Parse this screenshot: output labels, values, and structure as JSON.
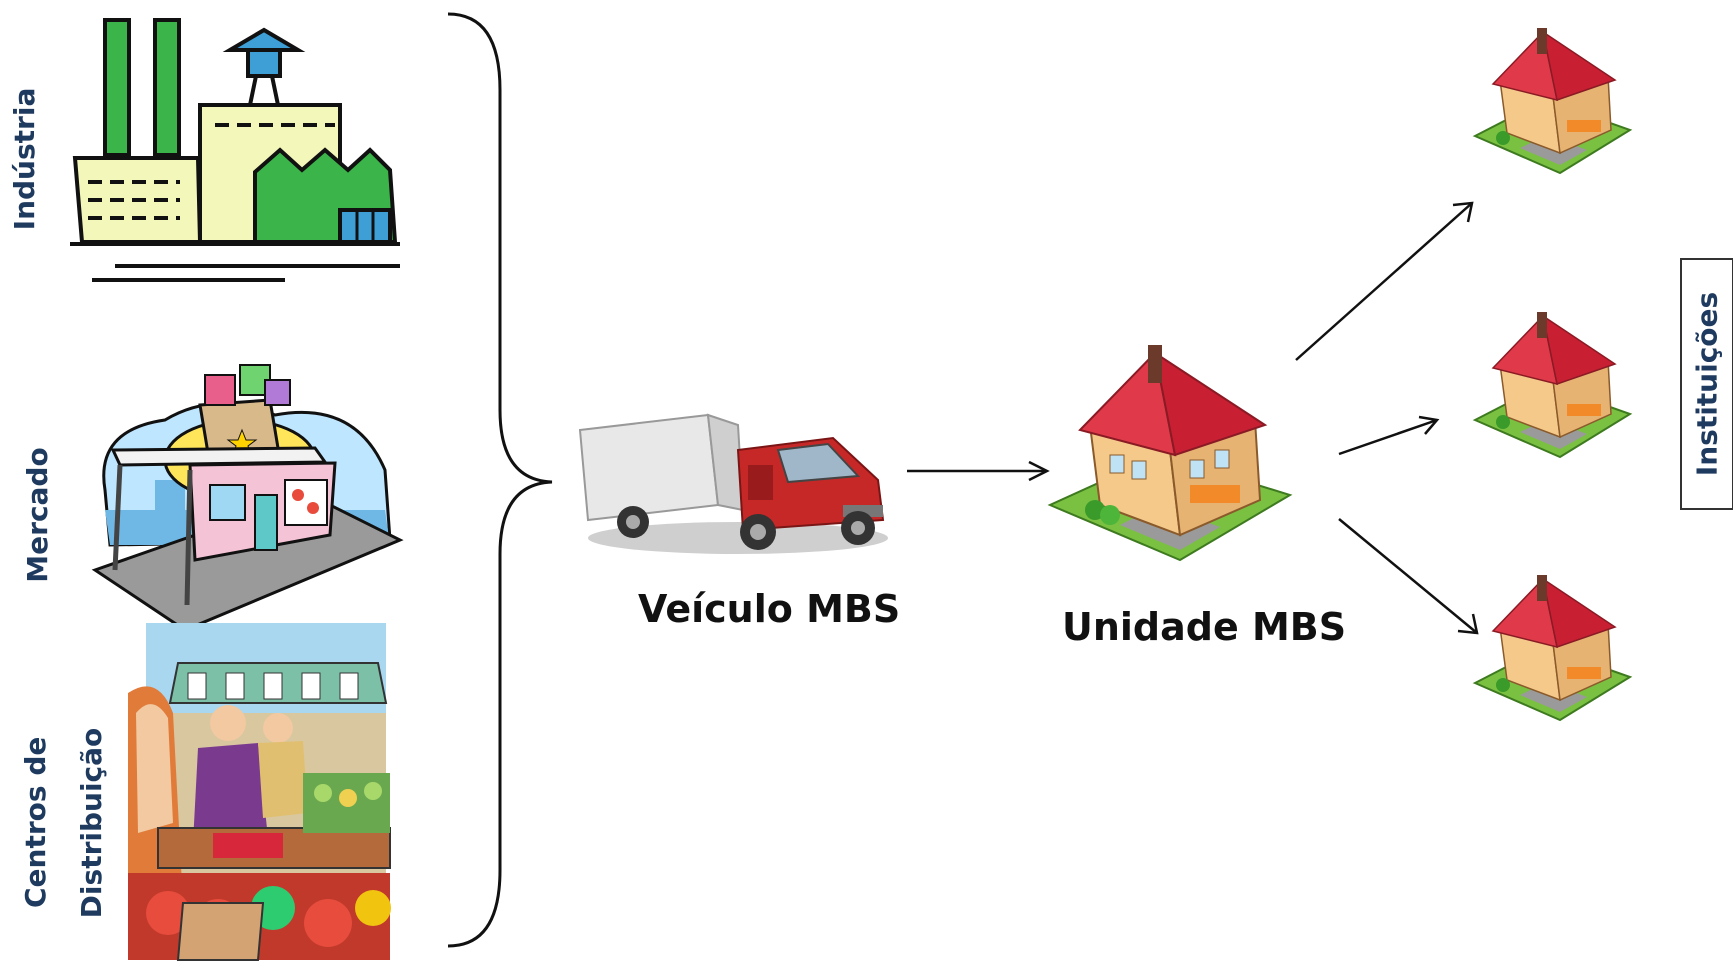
{
  "sources": {
    "industry_label": "Indústria",
    "market_label": "Mercado",
    "distribution_label_line1": "Centros de",
    "distribution_label_line2": "Distribuição"
  },
  "vehicle": {
    "label": "Veículo MBS"
  },
  "unit": {
    "label": "Unidade MBS"
  },
  "institutions": {
    "label": "Instituições"
  }
}
